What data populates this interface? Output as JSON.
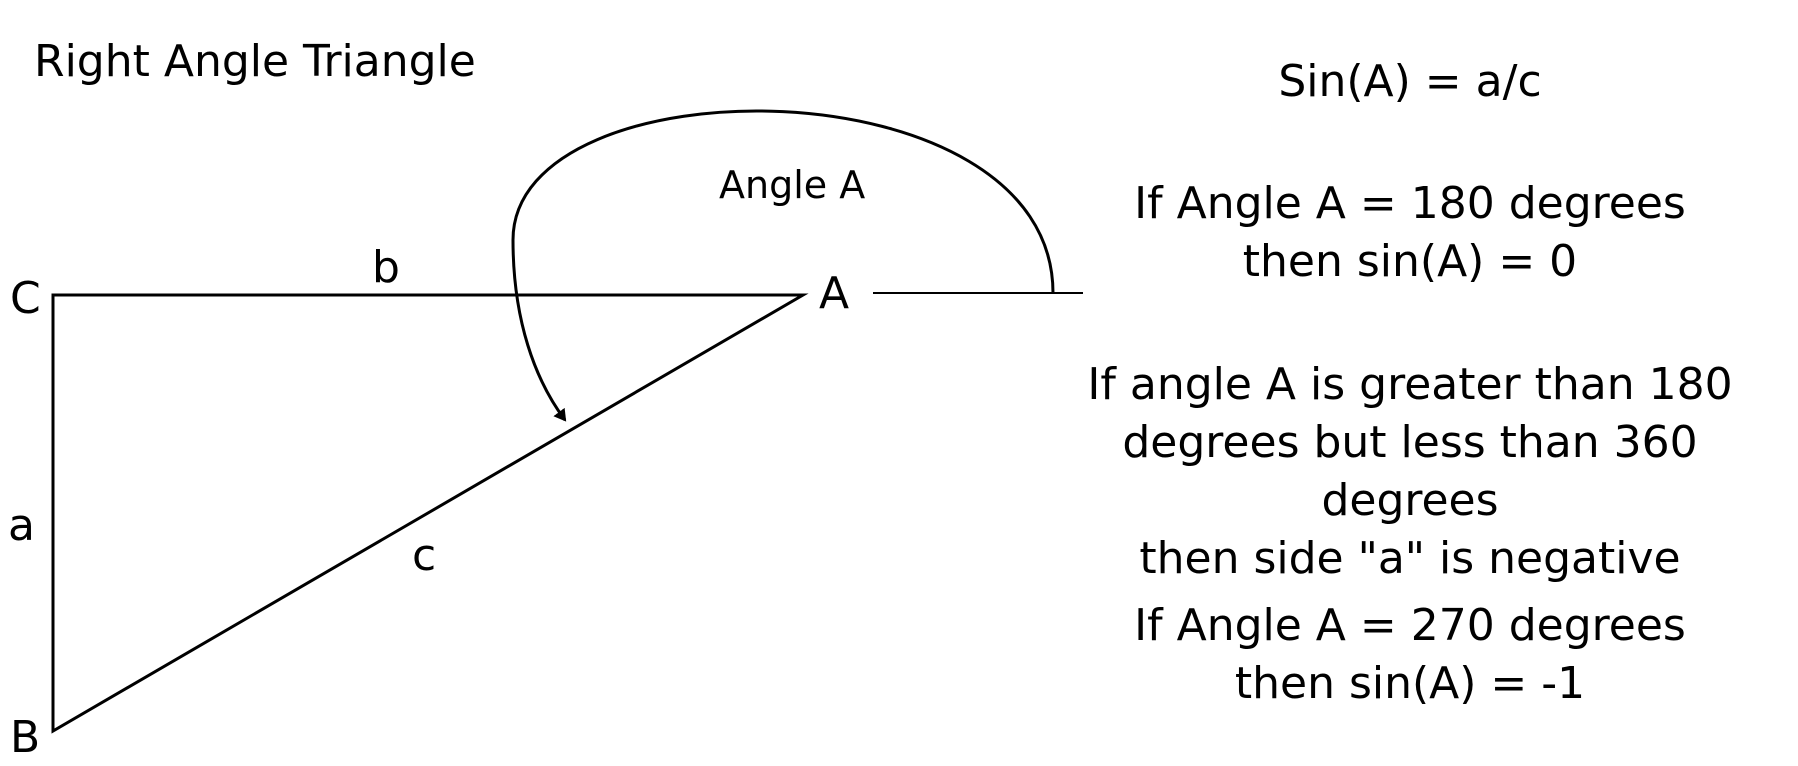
{
  "title": "Right Angle Triangle",
  "vertices": {
    "A": "A",
    "B": "B",
    "C": "C"
  },
  "sides": {
    "a": "a",
    "b": "b",
    "c": "c"
  },
  "angle_label": "Angle A",
  "explanations": [
    {
      "lines": [
        "Sin(A) = a/c"
      ]
    },
    {
      "lines": [
        "If Angle A = 180 degrees",
        "then sin(A) = 0"
      ]
    },
    {
      "lines": [
        "If angle A is greater than 180",
        "degrees but less than 360 degrees",
        "then side \"a\" is negative"
      ]
    },
    {
      "lines": [
        "If Angle A = 270 degrees",
        "then sin(A) = -1"
      ]
    }
  ]
}
